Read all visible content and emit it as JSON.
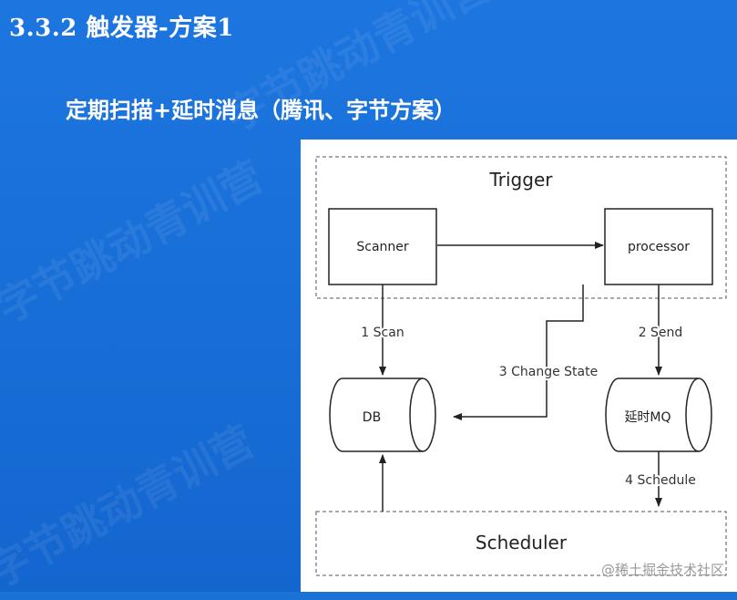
{
  "slide": {
    "title": "3.3.2 触发器-方案1",
    "subtitle": "定期扫描+延时消息（腾讯、字节方案）",
    "watermark": "字节跳动青训营",
    "credit": "@稀土掘金技术社区"
  },
  "diagram": {
    "trigger_label": "Trigger",
    "scheduler_label": "Scheduler",
    "scanner_label": "Scanner",
    "processor_label": "processor",
    "db_label": "DB",
    "mq_label": "延时MQ",
    "edge_scan": "1 Scan",
    "edge_send": "2 Send",
    "edge_change_state": "3 Change State",
    "edge_schedule": "4 Schedule"
  }
}
